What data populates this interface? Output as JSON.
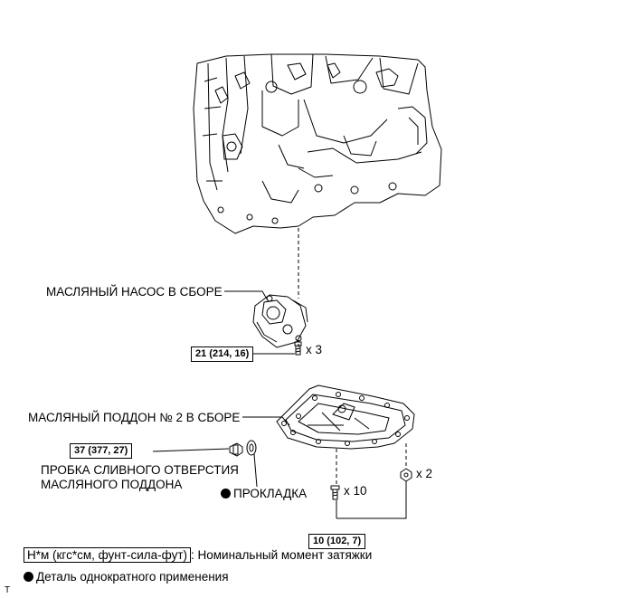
{
  "labels": {
    "oil_pump": "МАСЛЯНЫЙ НАСОС В СБОРЕ",
    "oil_pan": "МАСЛЯНЫЙ ПОДДОН № 2 В СБОРЕ",
    "drain_plug_line1": "ПРОБКА СЛИВНОГО ОТВЕРСТИЯ",
    "drain_plug_line2": "МАСЛЯНОГО ПОДДОНА",
    "gasket": "ПРОКЛАДКА"
  },
  "torques": {
    "pump_bolt": "21 (214, 16)",
    "drain_plug": "37 (377, 27)",
    "pan_bolts": "10 (102, 7)"
  },
  "quantities": {
    "pump_bolts": "x 3",
    "pan_bolts": "x 10",
    "pan_nuts": "x 2"
  },
  "legend": {
    "unit_box": "Н*м (кгс*см, фунт-сила-фут)",
    "unit_desc": ": Номинальный момент затяжки",
    "single_use": "Деталь однократного применения"
  },
  "corner_mark": "T"
}
